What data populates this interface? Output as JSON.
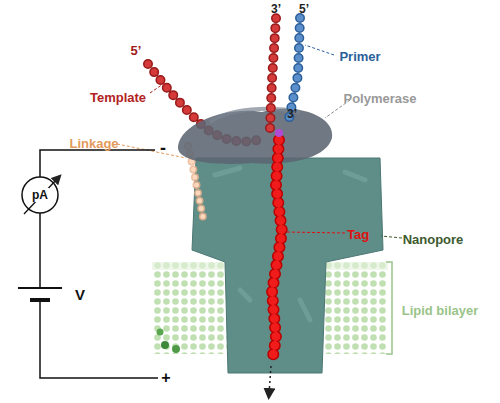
{
  "diagram": {
    "labels": [
      "5’",
      "3’",
      "5’",
      "Template",
      "Primer",
      "Polymerase",
      "Linkage",
      "3’",
      "Tag",
      "Nanopore",
      "Lipid bilayer",
      "pA",
      "V",
      "-",
      "+"
    ]
  }
}
